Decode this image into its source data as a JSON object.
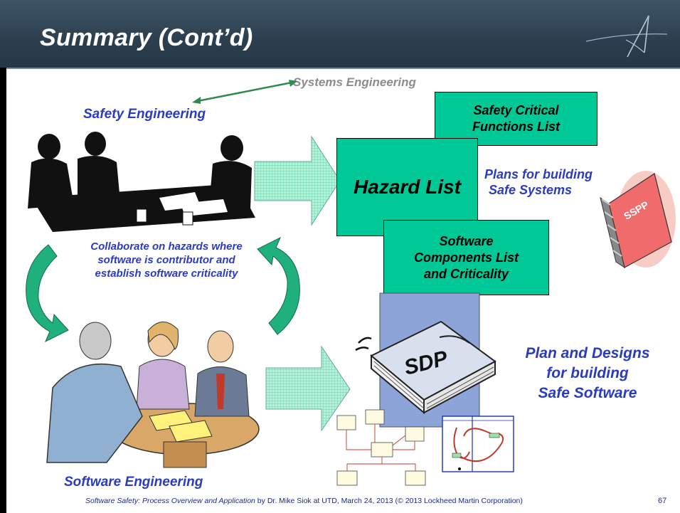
{
  "slide": {
    "title": "Summary (Cont’d)",
    "page_number": "67"
  },
  "labels": {
    "systems_engineering": "Systems Engineering",
    "safety_engineering": "Safety Engineering",
    "software_engineering": "Software Engineering",
    "collaborate": [
      "Collaborate on hazards where",
      "software is contributor and",
      "establish software criticality"
    ],
    "plans_safe_systems": [
      "Plans for building",
      "Safe Systems"
    ],
    "plans_safe_software": [
      "Plan and Designs",
      "for building",
      "Safe Software"
    ]
  },
  "boxes": {
    "critical_functions": [
      "Safety Critical",
      "Functions List"
    ],
    "hazard_list": "Hazard List",
    "software_components": [
      "Software",
      "Components List",
      "and Criticality"
    ]
  },
  "book_labels": {
    "sspp": "SSPP",
    "sdp": "SDP"
  },
  "footer": {
    "italic_part": "Software Safety: Process Overview and Application",
    "rest": " by Dr. Mike Siok at UTD, March 24, 2013 (© 2013 Lockheed Martin Corporation)"
  },
  "colors": {
    "header": "#2c3f4f",
    "accent_text": "#2b3bc0",
    "box_fill": "#00c896",
    "arrow_fill": "#7fe0bf",
    "sdp_fill": "#8ca4d8"
  }
}
